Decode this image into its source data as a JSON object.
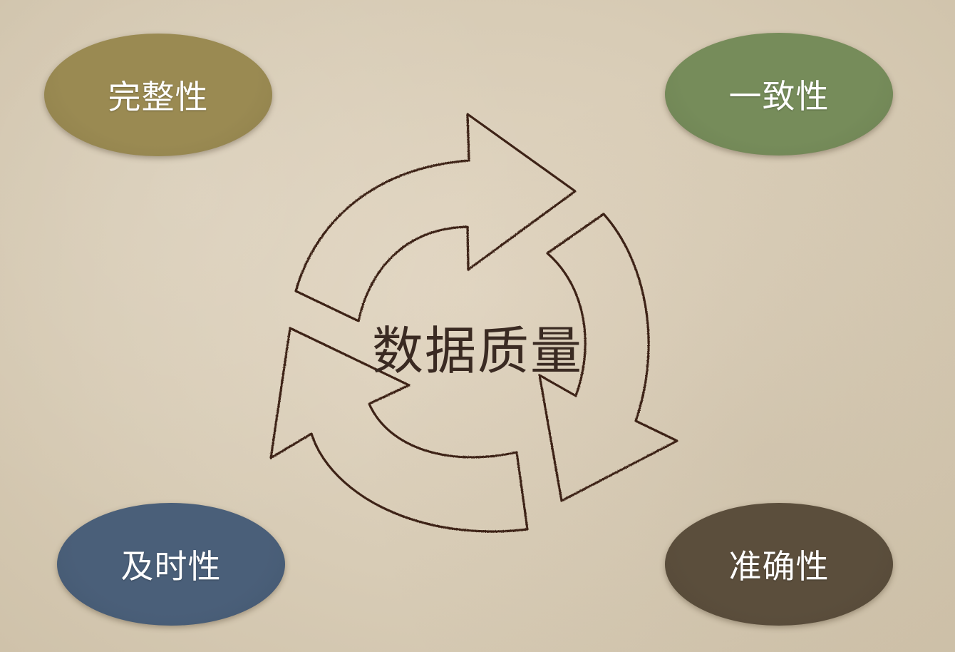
{
  "center": {
    "label": "数据质量"
  },
  "attributes": {
    "top_left": {
      "label": "完整性",
      "color": "#9a8a52"
    },
    "top_right": {
      "label": "一致性",
      "color": "#768c5a"
    },
    "bottom_left": {
      "label": "及时性",
      "color": "#4a5f79"
    },
    "bottom_right": {
      "label": "准确性",
      "color": "#5b4e3c"
    }
  },
  "colors": {
    "background": "#d9cdb7",
    "arrow_stroke": "#3d2418",
    "center_text": "#3a2a22"
  },
  "icons": [
    "recycle-cycle-arrows"
  ]
}
